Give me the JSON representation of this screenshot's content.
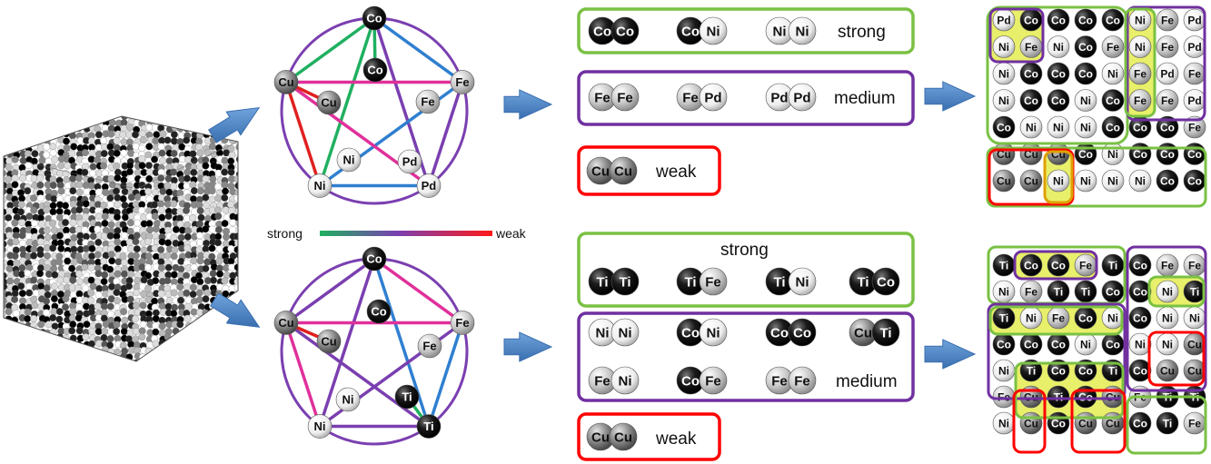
{
  "colors": {
    "strong": "#7ac143",
    "medium": "#7030a0",
    "weak": "#ff0000",
    "arrow": "#4f86c6",
    "highlight": "#e8ef6a",
    "pink": "#e0309a",
    "green_bond": "#1fb060",
    "blue_bond": "#2f7fd0",
    "purple_bond": "#7a3fb0",
    "red_bond": "#e02020"
  },
  "gradient": {
    "left_label": "strong",
    "right_label": "weak"
  },
  "sections": {
    "top": {
      "strong": {
        "word": "strong",
        "pairs": [
          [
            "Co",
            "Co"
          ],
          [
            "Co",
            "Ni"
          ],
          [
            "Ni",
            "Ni"
          ]
        ]
      },
      "medium": {
        "word": "medium",
        "pairs": [
          [
            "Fe",
            "Fe"
          ],
          [
            "Fe",
            "Pd"
          ],
          [
            "Pd",
            "Pd"
          ]
        ]
      },
      "weak": {
        "word": "weak",
        "pairs": [
          [
            "Cu",
            "Cu"
          ]
        ]
      }
    },
    "bottom": {
      "strong": {
        "word": "strong",
        "pairs": [
          [
            "Ti",
            "Ti"
          ],
          [
            "Ti",
            "Fe"
          ],
          [
            "Ti",
            "Ni"
          ],
          [
            "Ti",
            "Co"
          ]
        ]
      },
      "medium": {
        "word": "medium",
        "pairs": [
          [
            "Ni",
            "Ni"
          ],
          [
            "Co",
            "Ni"
          ],
          [
            "Co",
            "Co"
          ],
          [
            "Cu",
            "Ti"
          ],
          [
            "Fe",
            "Ni"
          ],
          [
            "Co",
            "Fe"
          ],
          [
            "Fe",
            "Fe"
          ]
        ]
      },
      "weak": {
        "word": "weak",
        "pairs": [
          [
            "Cu",
            "Cu"
          ]
        ]
      }
    }
  },
  "lattice_top": [
    [
      "Pd",
      "Co",
      "Co",
      "Co",
      "Co",
      "Ni",
      "Fe",
      "Pd"
    ],
    [
      "Ni",
      "Fe",
      "Ni",
      "Co",
      "Fe",
      "Ni",
      "Fe",
      "Pd"
    ],
    [
      "Ni",
      "Co",
      "Co",
      "Co",
      "Ni",
      "Fe",
      "Pd",
      "Fe"
    ],
    [
      "Ni",
      "Co",
      "Co",
      "Ni",
      "Co",
      "Fe",
      "Fe",
      "Pd"
    ],
    [
      "Co",
      "Ni",
      "Ni",
      "Ni",
      "Co",
      "Co",
      "Co",
      "Fe"
    ],
    [
      "Cu",
      "Cu",
      "Cu",
      "Co",
      "Ni",
      "Co",
      "Co",
      "Co"
    ],
    [
      "Cu",
      "Cu",
      "Ni",
      "Ni",
      "Ni",
      "Ni",
      "Co",
      "Co"
    ]
  ],
  "lattice_bottom": [
    [
      "Ti",
      "Co",
      "Co",
      "Fe",
      "Ti",
      "Co",
      "Fe",
      "Fe"
    ],
    [
      "Ni",
      "Fe",
      "Ti",
      "Ti",
      "Co",
      "Co",
      "Ni",
      "Ti"
    ],
    [
      "Ti",
      "Ni",
      "Fe",
      "Co",
      "Ni",
      "Co",
      "Ni",
      "Ni"
    ],
    [
      "Co",
      "Co",
      "Co",
      "Ni",
      "Co",
      "Ni",
      "Ni",
      "Cu"
    ],
    [
      "Ni",
      "Ti",
      "Co",
      "Co",
      "Ti",
      "Co",
      "Cu",
      "Cu"
    ],
    [
      "Fe",
      "Cu",
      "Ti",
      "Co",
      "Cu",
      "Fe",
      "Ti",
      "Ti"
    ],
    [
      "Ni",
      "Cu",
      "Co",
      "Cu",
      "Cu",
      "Co",
      "Ti",
      "Fe"
    ]
  ],
  "pentagon_top": {
    "vertices": [
      "Co",
      "Fe",
      "Pd",
      "Ni",
      "Cu"
    ],
    "inner": [
      "Co",
      "Fe",
      "Pd",
      "Ni",
      "Cu"
    ]
  },
  "pentagon_bottom": {
    "vertices": [
      "Co",
      "Fe",
      "Ti",
      "Ni",
      "Cu"
    ],
    "inner": [
      "Co",
      "Fe",
      "Ti",
      "Ni",
      "Cu"
    ]
  }
}
